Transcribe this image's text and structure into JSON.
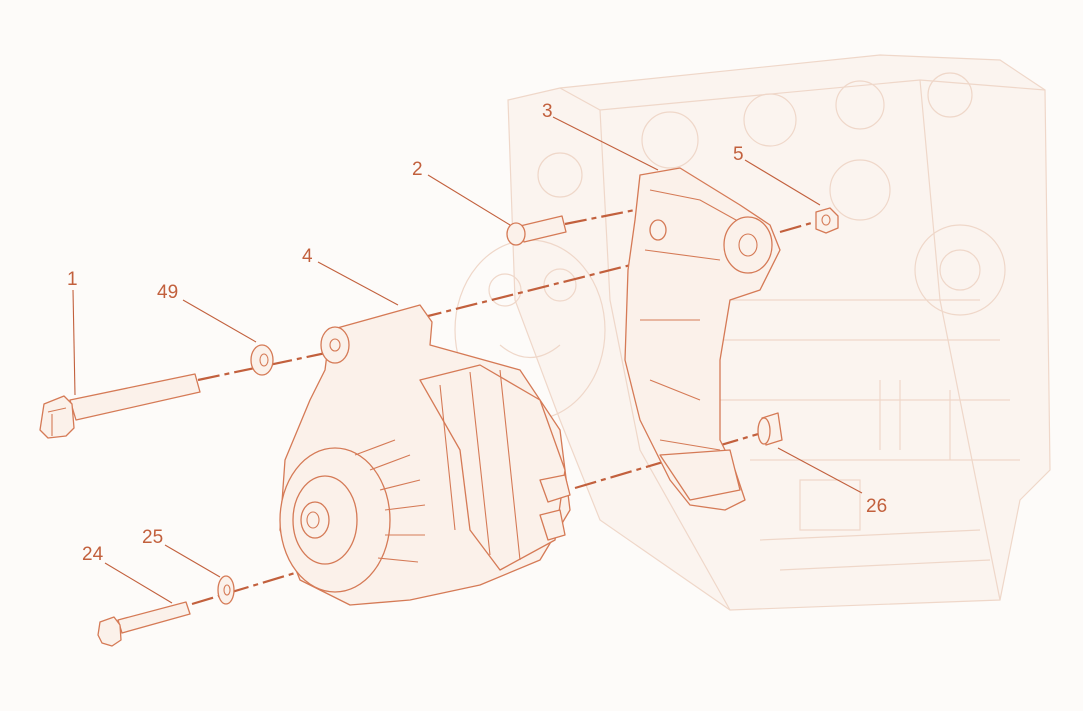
{
  "callouts": {
    "c1": "1",
    "c49": "49",
    "c4": "4",
    "c2": "2",
    "c3": "3",
    "c5": "5",
    "c26": "26",
    "c24": "24",
    "c25": "25"
  },
  "colors": {
    "label": "#c2603d",
    "line_art": "#d57a56",
    "ghost_block": "#efd7c9",
    "background": "#fdfbf9"
  }
}
